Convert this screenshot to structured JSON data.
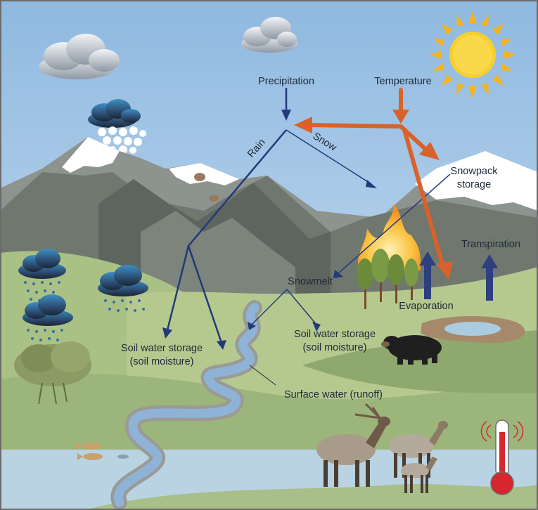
{
  "labels": {
    "precipitation": "Precipitation",
    "temperature": "Temperature",
    "rain": "Rain",
    "snow": "Snow",
    "snowpack_line1": "Snowpack",
    "snowpack_line2": "storage",
    "transpiration": "Transpiration",
    "snowmelt": "Snowmelt",
    "evaporation": "Evaporation",
    "soil_left_line1": "Soil water storage",
    "soil_left_line2": "(soil moisture)",
    "soil_mid_line1": "Soil water storage",
    "soil_mid_line2": "(soil moisture)",
    "surface_water": "Surface water (runoff)"
  },
  "colors": {
    "sky_top": "#8fb9e0",
    "sky_bottom": "#cde0f2",
    "mountain_far": "#8d948f",
    "mountain_mid": "#6f776f",
    "mountain_dark": "#5d655e",
    "snow": "#ffffff",
    "meadow_light": "#b5c98f",
    "meadow_mid": "#9cb57a",
    "meadow_dark": "#889f68",
    "water": "#b9d3e3",
    "river": "#8fb3d6",
    "river_bank": "#9a9a96",
    "sun": "#f7cf2e",
    "sun_ray": "#f5b31f",
    "cloud_light": "#d9dde2",
    "cloud_dark": "#2b3d5b",
    "rain_drop": "#3a6ea5",
    "precip_arrow": "#23397a",
    "temp_arrow": "#d9622b",
    "vapor_arrow": "#2d3f7e",
    "fire": "#f5b52c",
    "fire_core": "#fde28a",
    "tree": "#6b8a3a",
    "trunk": "#7a4a2a",
    "bear": "#1f1f1f",
    "elk": "#a89b8a",
    "elk_dark": "#4a3d32",
    "thermometer": "#d7262e"
  },
  "icons": {
    "sun": "sun-icon",
    "cloud": "cloud-icon",
    "rain_cloud": "rain-cloud-icon",
    "snow_cloud": "snow-cloud-icon",
    "thermometer": "thermometer-icon",
    "bear": "bear-icon",
    "elk": "elk-icon",
    "fish": "fish-icon",
    "fire": "fire-icon",
    "tree": "tree-icon",
    "shrub": "shrub-icon",
    "pika": "pika-icon"
  }
}
